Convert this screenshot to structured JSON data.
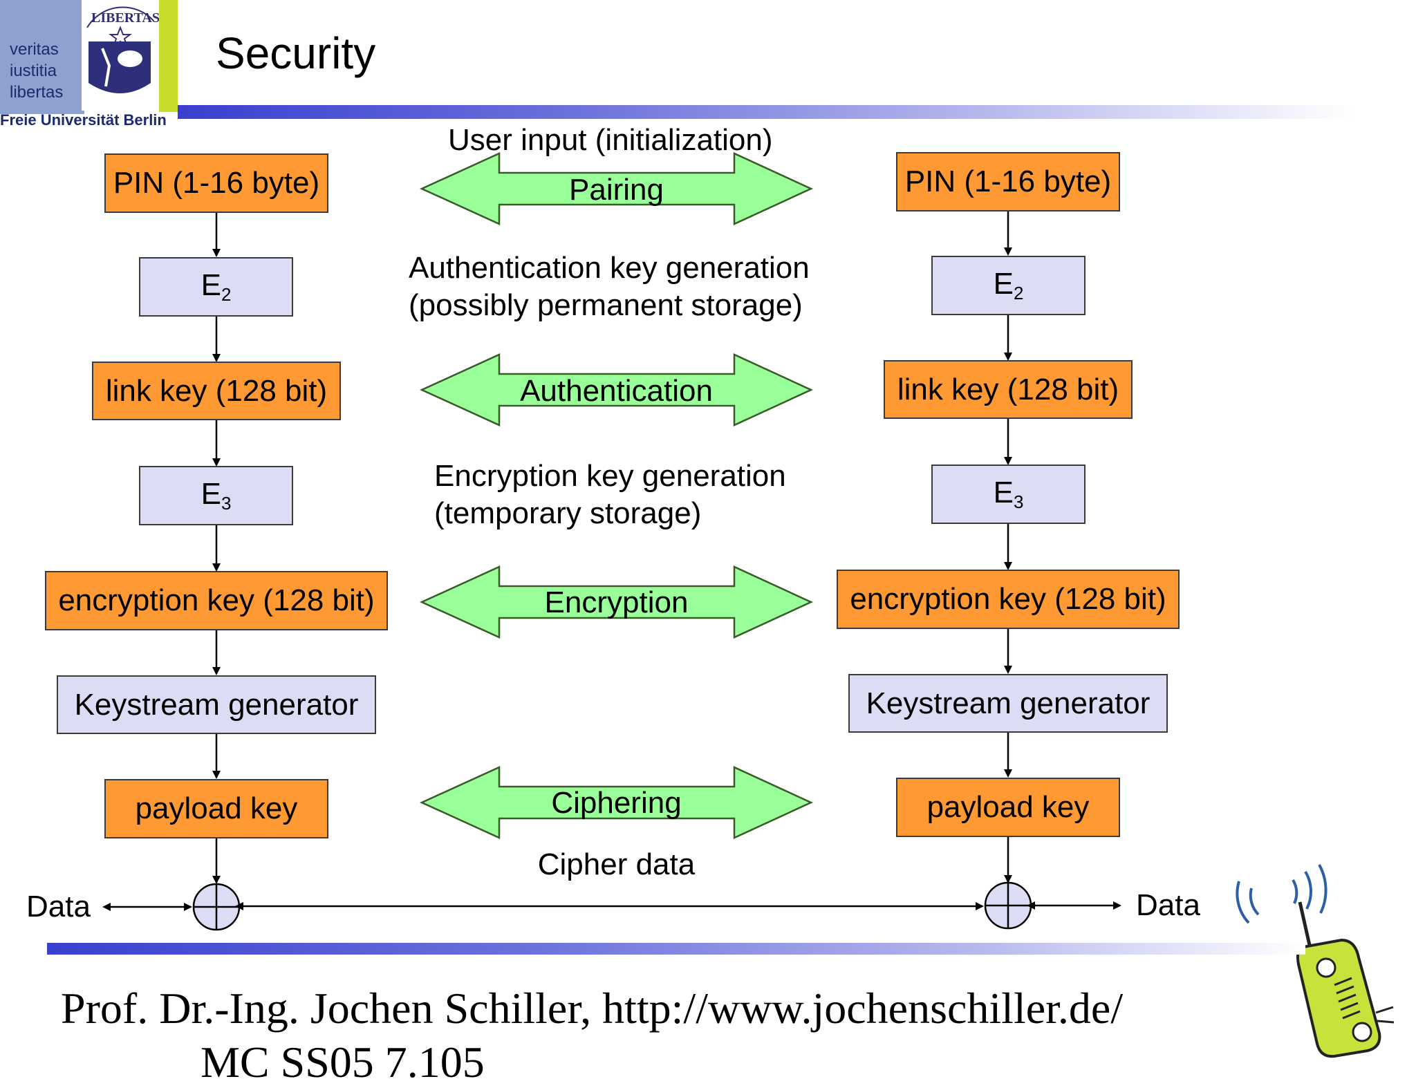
{
  "header": {
    "title": "Security",
    "motto": [
      "veritas",
      "iustitia",
      "libertas"
    ],
    "seal_text": "LIBERTAS",
    "university": "Freie Universität Berlin"
  },
  "diagram": {
    "left": {
      "pin": "PIN (1-16 byte)",
      "e2": "E",
      "e2_sub": "2",
      "link_key": "link key (128 bit)",
      "e3": "E",
      "e3_sub": "3",
      "enc_key": "encryption key (128 bit)",
      "keystream": "Keystream generator",
      "payload": "payload key",
      "data": "Data"
    },
    "right": {
      "pin": "PIN (1-16 byte)",
      "e2": "E",
      "e2_sub": "2",
      "link_key": "link key (128 bit)",
      "e3": "E",
      "e3_sub": "3",
      "enc_key": "encryption key (128 bit)",
      "keystream": "Keystream generator",
      "payload": "payload key",
      "data": "Data"
    },
    "middle": {
      "user_input": "User input (initialization)",
      "pairing": "Pairing",
      "auth_gen_1": "Authentication key generation",
      "auth_gen_2": "(possibly permanent storage)",
      "authentication": "Authentication",
      "enc_gen_1": "Encryption key generation",
      "enc_gen_2": "(temporary storage)",
      "encryption": "Encryption",
      "ciphering": "Ciphering",
      "cipher_data": "Cipher data"
    },
    "colors": {
      "key_box": "#ff9933",
      "function_box": "#dcdcf5",
      "arrow_fill": "#99ff99",
      "arrow_stroke": "#3a5a2a"
    }
  },
  "footer": {
    "line1": "Prof. Dr.-Ing. Jochen Schiller, http://www.jochenschiller.de/",
    "line2": "MC SS05          7.105"
  }
}
